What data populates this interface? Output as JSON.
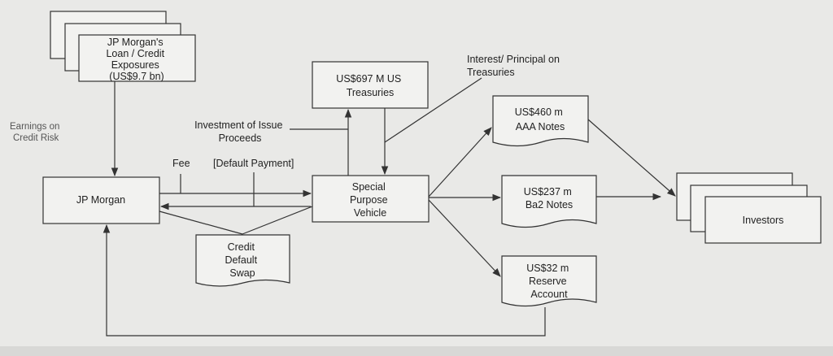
{
  "nodes": {
    "jpm_exposures": [
      "JP Morgan's",
      "Loan / Credit",
      "Exposures",
      "(US$9.7 bn)"
    ],
    "jp_morgan": [
      "JP Morgan"
    ],
    "treasuries": [
      "US$697 M US",
      "Treasuries"
    ],
    "spv": [
      "Special",
      "Purpose",
      "Vehicle"
    ],
    "aaa_notes": [
      "US$460 m",
      "AAA Notes"
    ],
    "ba2_notes": [
      "US$237 m",
      "Ba2 Notes"
    ],
    "reserve": [
      "US$32 m",
      "Reserve",
      "Account"
    ],
    "cds": [
      "Credit",
      "Default",
      "Swap"
    ],
    "investors": [
      "Investors"
    ]
  },
  "labels": {
    "earnings": [
      "Earnings on",
      "Credit Risk"
    ],
    "fee": [
      "Fee"
    ],
    "default_payment": [
      "[Default Payment]"
    ],
    "investment": [
      "Investment of Issue",
      "Proceeds"
    ],
    "interest": [
      "Interest/ Principal on",
      "Treasuries"
    ]
  }
}
